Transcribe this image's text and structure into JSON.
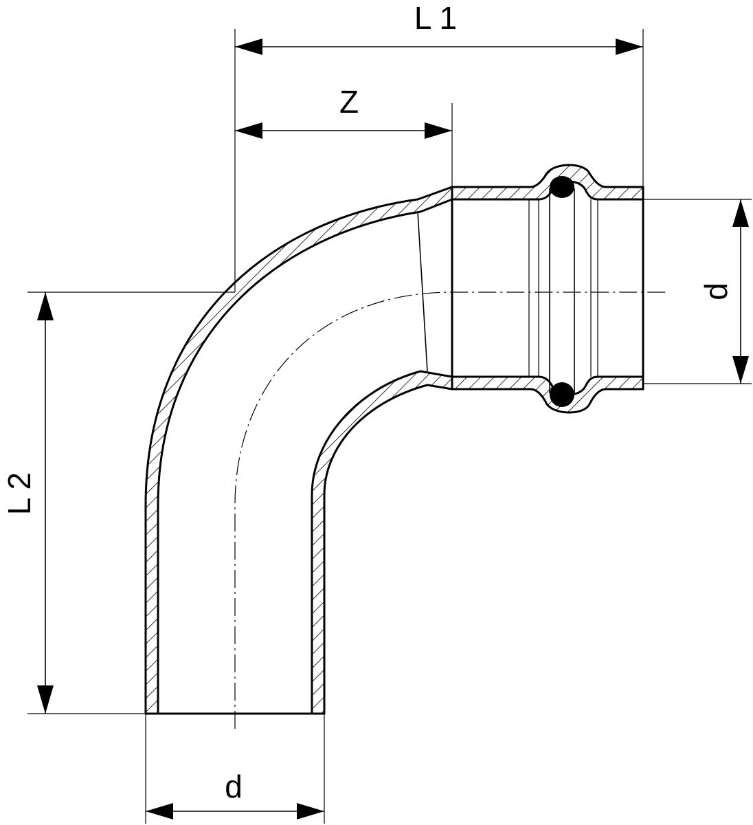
{
  "dimensions": {
    "l1": "L 1",
    "z": "Z",
    "l2": "L 2",
    "d_right": "d",
    "d_bottom": "d"
  },
  "style": {
    "line_color": "#000000",
    "background": "#ffffff"
  }
}
